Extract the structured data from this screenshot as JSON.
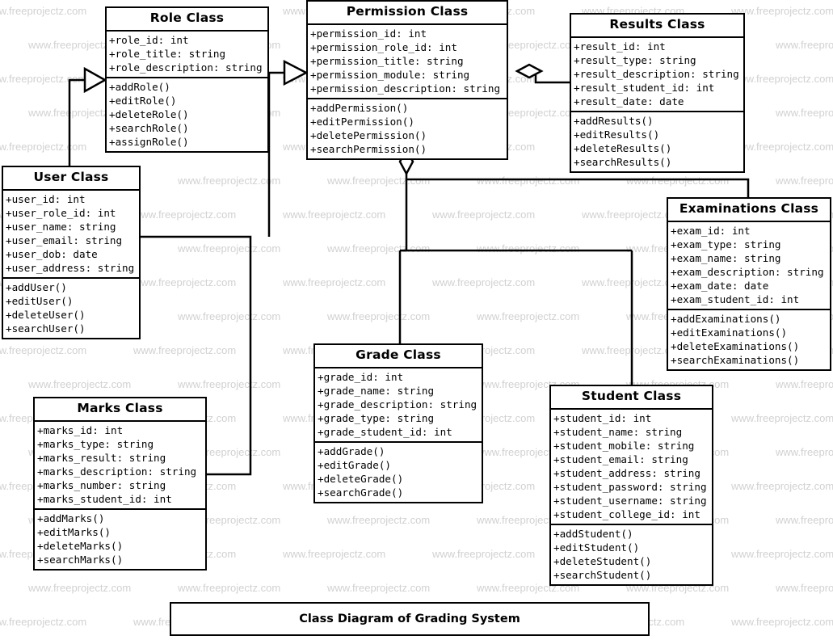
{
  "diagram": {
    "caption": "Class Diagram of Grading System",
    "watermark_text": "www.freeprojectz.com",
    "watermark_color": "#c9c9c9",
    "line_color": "#000000",
    "box_fill": "#ffffff",
    "box_border": "#000000"
  },
  "classes": [
    {
      "id": "role",
      "title": "Role Class",
      "attributes": [
        "+role_id: int",
        "+role_title: string",
        "+role_description: string"
      ],
      "operations": [
        "+addRole()",
        "+editRole()",
        "+deleteRole()",
        "+searchRole()",
        "+assignRole()"
      ]
    },
    {
      "id": "permission",
      "title": "Permission Class",
      "attributes": [
        "+permission_id: int",
        "+permission_role_id: int",
        "+permission_title: string",
        "+permission_module: string",
        "+permission_description: string"
      ],
      "operations": [
        "+addPermission()",
        "+editPermission()",
        "+deletePermission()",
        "+searchPermission()"
      ]
    },
    {
      "id": "results",
      "title": "Results Class",
      "attributes": [
        "+result_id: int",
        "+result_type: string",
        "+result_description: string",
        "+result_student_id: int",
        "+result_date: date"
      ],
      "operations": [
        "+addResults()",
        "+editResults()",
        "+deleteResults()",
        "+searchResults()"
      ]
    },
    {
      "id": "user",
      "title": "User Class",
      "attributes": [
        "+user_id: int",
        "+user_role_id: int",
        "+user_name: string",
        "+user_email: string",
        "+user_dob: date",
        "+user_address: string"
      ],
      "operations": [
        "+addUser()",
        "+editUser()",
        "+deleteUser()",
        "+searchUser()"
      ]
    },
    {
      "id": "examinations",
      "title": "Examinations Class",
      "attributes": [
        "+exam_id: int",
        "+exam_type: string",
        "+exam_name: string",
        "+exam_description: string",
        "+exam_date: date",
        "+exam_student_id: int"
      ],
      "operations": [
        "+addExaminations()",
        "+editExaminations()",
        "+deleteExaminations()",
        "+searchExaminations()"
      ]
    },
    {
      "id": "grade",
      "title": "Grade Class",
      "attributes": [
        "+grade_id: int",
        "+grade_name: string",
        "+grade_description: string",
        "+grade_type: string",
        "+grade_student_id: int"
      ],
      "operations": [
        "+addGrade()",
        "+editGrade()",
        "+deleteGrade()",
        "+searchGrade()"
      ]
    },
    {
      "id": "marks",
      "title": "Marks Class",
      "attributes": [
        "+marks_id: int",
        "+marks_type: string",
        "+marks_result: string",
        "+marks_description: string",
        "+marks_number: string",
        "+marks_student_id: int"
      ],
      "operations": [
        "+addMarks()",
        "+editMarks()",
        "+deleteMarks()",
        "+searchMarks()"
      ]
    },
    {
      "id": "student",
      "title": "Student Class",
      "attributes": [
        "+student_id: int",
        "+student_name: string",
        "+student_mobile: string",
        "+student_email: string",
        "+student_address: string",
        "+student_password: string",
        "+student_username: string",
        "+student_college_id: int"
      ],
      "operations": [
        "+addStudent()",
        "+editStudent()",
        "+deleteStudent()",
        "+searchStudent()"
      ]
    }
  ],
  "relationships": [
    {
      "from": "user",
      "to": "role",
      "type": "generalization-hollow-arrow"
    },
    {
      "from": "role",
      "to": "permission",
      "type": "generalization-hollow-arrow"
    },
    {
      "from": "results",
      "to": "permission",
      "type": "aggregation-hollow-diamond"
    },
    {
      "from": "permission",
      "to": "examinations",
      "type": "aggregation-hollow-diamond"
    },
    {
      "from": "permission",
      "to": "grade",
      "type": "association"
    },
    {
      "from": "permission",
      "to": "student",
      "type": "association"
    },
    {
      "from": "user",
      "to": "marks",
      "type": "association"
    }
  ]
}
